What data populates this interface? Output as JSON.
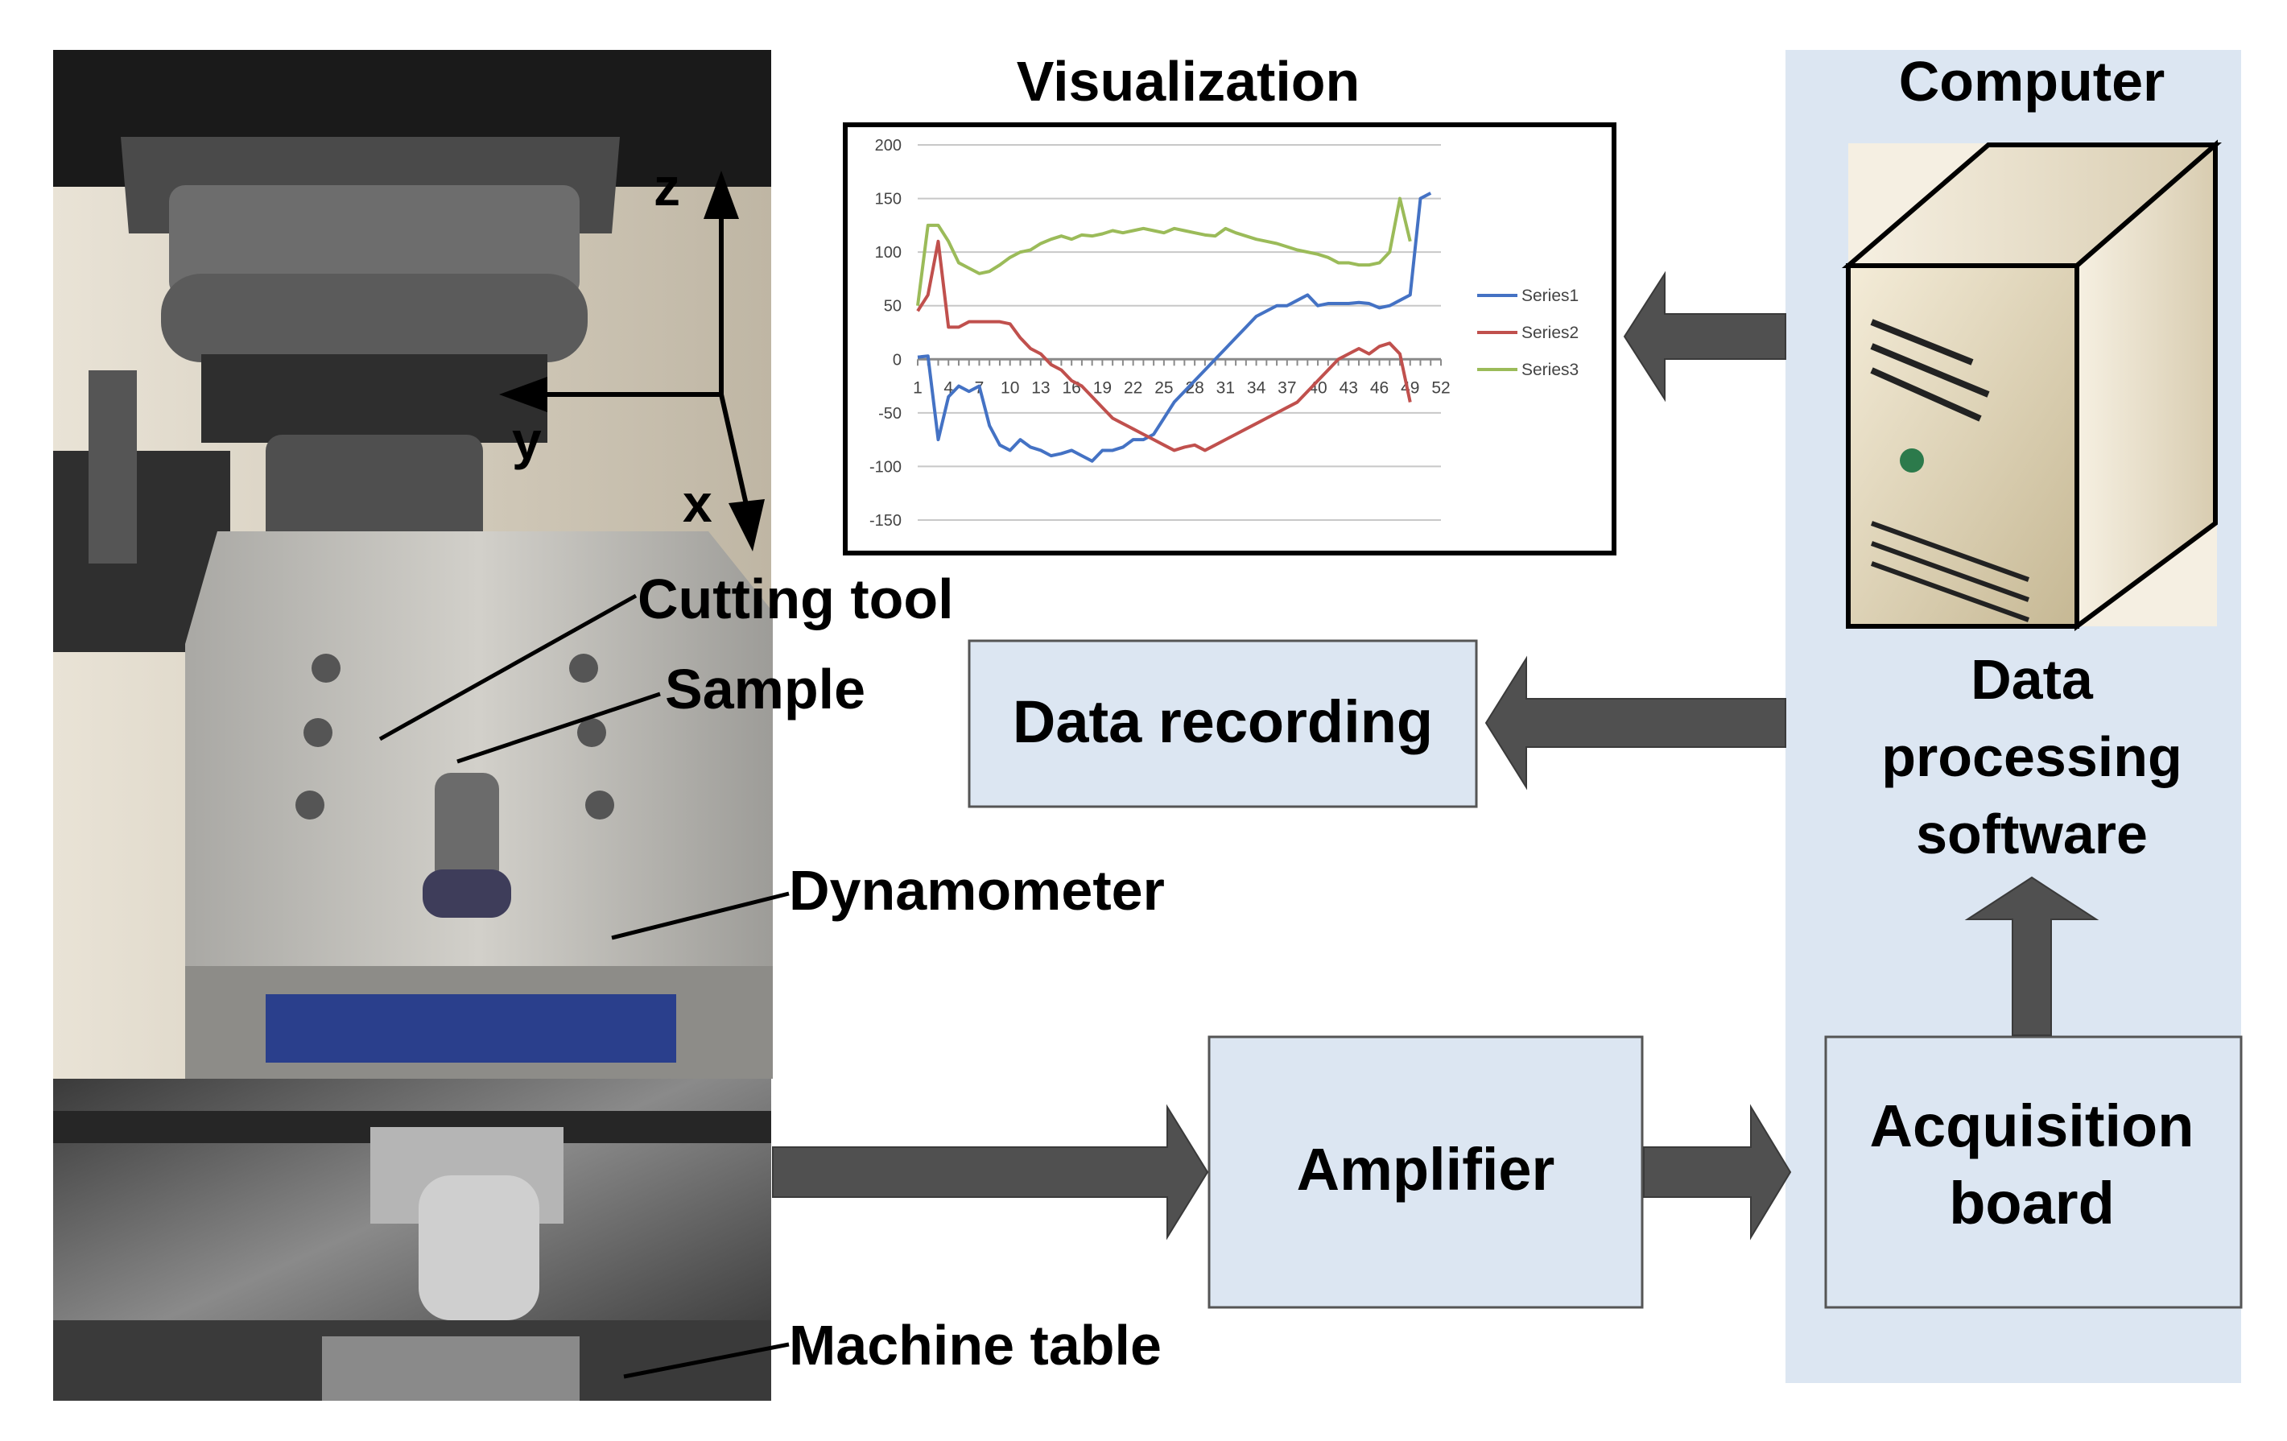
{
  "visualization": {
    "title": "Visualization"
  },
  "computer": {
    "title": "Computer",
    "processing_label": [
      "Data",
      "processing",
      "software"
    ]
  },
  "boxes": {
    "data_recording": "Data recording",
    "amplifier": "Amplifier",
    "acquisition": [
      "Acquisition",
      "board"
    ]
  },
  "photo_labels": {
    "cutting_tool": "Cutting tool",
    "sample": "Sample",
    "dynamometer": "Dynamometer",
    "machine_table": "Machine table"
  },
  "axes_labels": {
    "z": "z",
    "y": "y",
    "x": "x"
  },
  "colors": {
    "computer_panel": "#dce6f2",
    "box_fill": "#dce6f2",
    "arrow": "#505050",
    "series1": "#4472c4",
    "series2": "#c0504d",
    "series3": "#9bbb59"
  },
  "chart_data": {
    "type": "line",
    "ylim": [
      -150,
      200
    ],
    "yticks": [
      200,
      150,
      100,
      50,
      0,
      -50,
      -100,
      -150
    ],
    "xtick_labels": [
      "1",
      "4",
      "7",
      "10",
      "13",
      "16",
      "19",
      "22",
      "25",
      "28",
      "31",
      "34",
      "37",
      "40",
      "43",
      "46",
      "49",
      "52"
    ],
    "legend_position": "right",
    "series": [
      {
        "name": "Series1",
        "values": [
          2,
          3,
          -75,
          -35,
          -25,
          -30,
          -25,
          -62,
          -80,
          -85,
          -75,
          -82,
          -85,
          -90,
          -88,
          -85,
          -90,
          -95,
          -85,
          -85,
          -82,
          -75,
          -75,
          -70,
          -55,
          -40,
          -30,
          -20,
          -10,
          0,
          10,
          20,
          30,
          40,
          45,
          50,
          50,
          55,
          60,
          50,
          52,
          52,
          52,
          53,
          52,
          48,
          50,
          55,
          60,
          150,
          155
        ]
      },
      {
        "name": "Series2",
        "values": [
          45,
          60,
          110,
          30,
          30,
          35,
          35,
          35,
          35,
          33,
          20,
          10,
          5,
          -5,
          -10,
          -20,
          -25,
          -35,
          -45,
          -55,
          -60,
          -65,
          -70,
          -75,
          -80,
          -85,
          -82,
          -80,
          -85,
          -80,
          -75,
          -70,
          -65,
          -60,
          -55,
          -50,
          -45,
          -40,
          -30,
          -20,
          -10,
          0,
          5,
          10,
          5,
          12,
          15,
          5,
          -40
        ]
      },
      {
        "name": "Series3",
        "values": [
          50,
          125,
          125,
          110,
          90,
          85,
          80,
          82,
          88,
          95,
          100,
          102,
          108,
          112,
          115,
          112,
          116,
          115,
          117,
          120,
          118,
          120,
          122,
          120,
          118,
          122,
          120,
          118,
          116,
          115,
          122,
          118,
          115,
          112,
          110,
          108,
          105,
          102,
          100,
          98,
          95,
          90,
          90,
          88,
          88,
          90,
          100,
          150,
          110
        ]
      }
    ]
  }
}
